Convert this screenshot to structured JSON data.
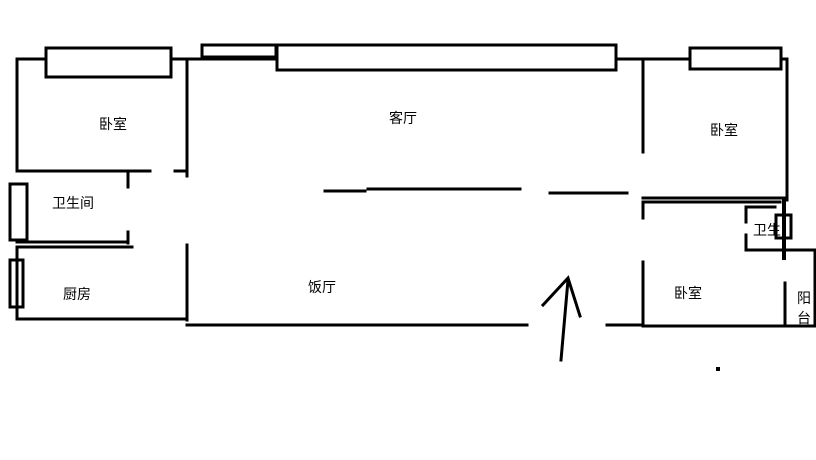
{
  "rooms": {
    "bedroom_left": "卧室",
    "living_room": "客厅",
    "bedroom_right_top": "卧室",
    "bathroom_left": "卫生间",
    "kitchen": "厨房",
    "dining_room": "饭厅",
    "bedroom_right_bottom": "卧室",
    "bathroom_right": "卫生",
    "balcony_1": "阳",
    "balcony_2": "台"
  },
  "colors": {
    "line": "#000000",
    "background": "#ffffff"
  }
}
